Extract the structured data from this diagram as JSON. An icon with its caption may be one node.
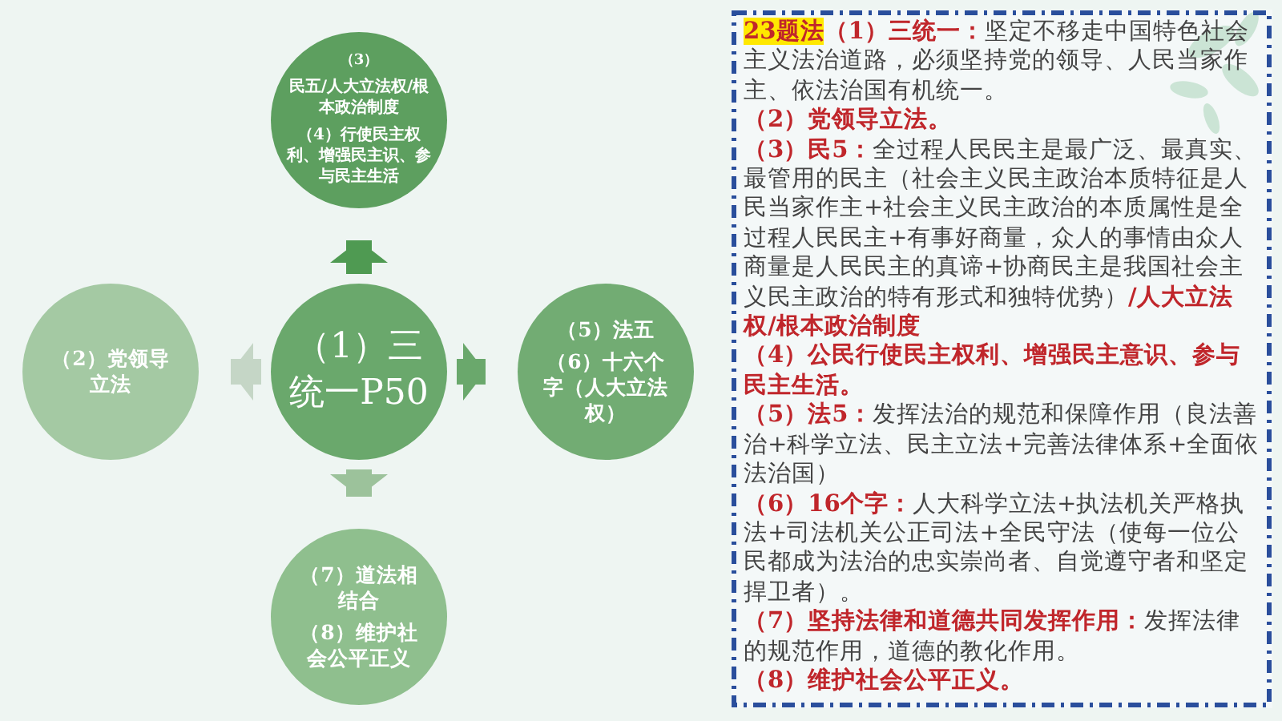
{
  "diagram": {
    "nodes": [
      {
        "text": [
          "（1）三统一P50"
        ]
      },
      {
        "text": [
          "（3）",
          "民五/人大立法权/根本政治制度",
          "（4）行使民主权利、增强民主识、参与民主生活"
        ]
      },
      {
        "text": [
          "（5）法五",
          "（6）十六个字（人大立法权）"
        ]
      },
      {
        "text": [
          "（7）道法相结合",
          "（8）维护社会公平正义"
        ]
      },
      {
        "text": [
          "（2）党领导立法"
        ]
      }
    ],
    "edges": [
      {
        "from": 0,
        "to": 1,
        "arrow": "to",
        "color": "#4f9a52"
      },
      {
        "from": 0,
        "to": 2,
        "arrow": "to",
        "color": "#6aa86c"
      },
      {
        "from": 0,
        "to": 3,
        "arrow": "to",
        "color": "#9cc29b"
      },
      {
        "from": 0,
        "to": 4,
        "arrow": "to",
        "color": "#c5d6c6"
      }
    ],
    "labels": [
      "23题法",
      "（1）三统一：",
      "坚定不移走中国特色社会主义法治道路，必须坚持党的领导、人民当家作主、依法治国有机统一。",
      "（2）党领导立法。",
      "（3）民5：",
      "全过程人民民主是最广泛、最真实、最管用的民主（社会主义民主政治本质特征是人民当家作主+社会主义民主政治的本质属性是全过程人民民主+有事好商量，众人的事情由众人商量是人民民主的真谛+协商民主是我国社会主义民主政治的特有形式和独特优势）",
      "/人大立法权/根本政治制度",
      "（4）公民行使民主权利、增强民主意识、参与民主生活。",
      "（5）法5：",
      "发挥法治的规范和保障作用（良法善治+科学立法、民主立法+完善法律体系+全面依法治国）",
      "（6）16个字：",
      "人大科学立法+执法机关严格执法+司法机关公正司法+全民守法（使每一位公民都成为法治的忠实崇尚者、自觉遵守者和坚定捍卫者）。",
      "（7）坚持法律和道德共同发挥作用：",
      "发挥法律的规范作用，道德的教化作用。",
      "（8）维护社会公平正义。"
    ]
  }
}
